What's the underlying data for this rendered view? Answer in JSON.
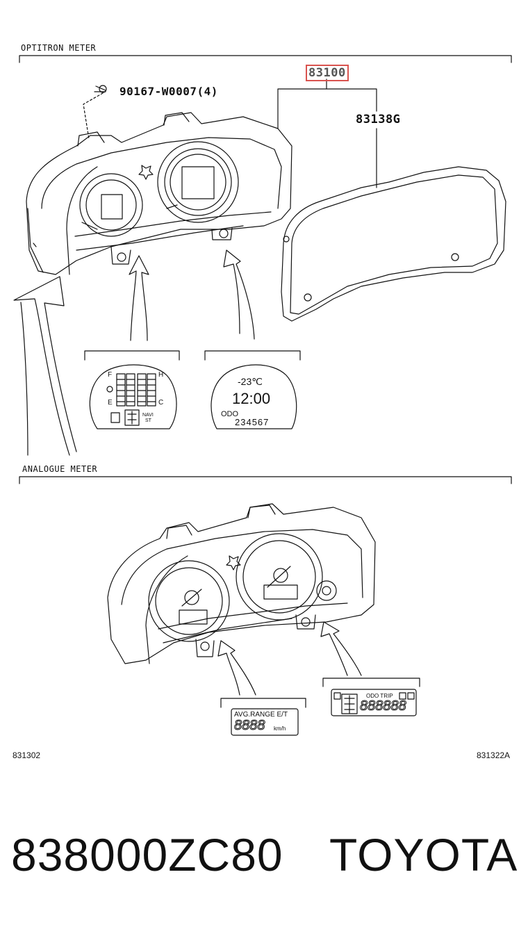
{
  "sections": {
    "optitron": "OPTITRON METER",
    "analogue": "ANALOGUE METER"
  },
  "parts": {
    "screw": "90167-W0007(4)",
    "meter_assy": "83100",
    "glass": "83138G"
  },
  "optitron_left_display": {
    "full": "F",
    "empty": "E",
    "hot": "H",
    "cold": "C",
    "mode": "NAVI",
    "mode_sub": "ST"
  },
  "optitron_right_display": {
    "temp": "-23℃",
    "time": "12:00",
    "odo_label": "ODO",
    "odo_value": "234567"
  },
  "analogue_left_display": {
    "label": "AVG.RANGE E/T",
    "digits": "8888",
    "unit": "km/h"
  },
  "analogue_right_display": {
    "label": "ODO TRIP",
    "digits": "888888"
  },
  "figure_ids": {
    "left": "831302",
    "right": "831322A"
  },
  "footer": {
    "part_number": "838000ZC80",
    "brand": "TOYOTA"
  },
  "colors": {
    "highlight": "#d9534f",
    "line": "#111111"
  }
}
